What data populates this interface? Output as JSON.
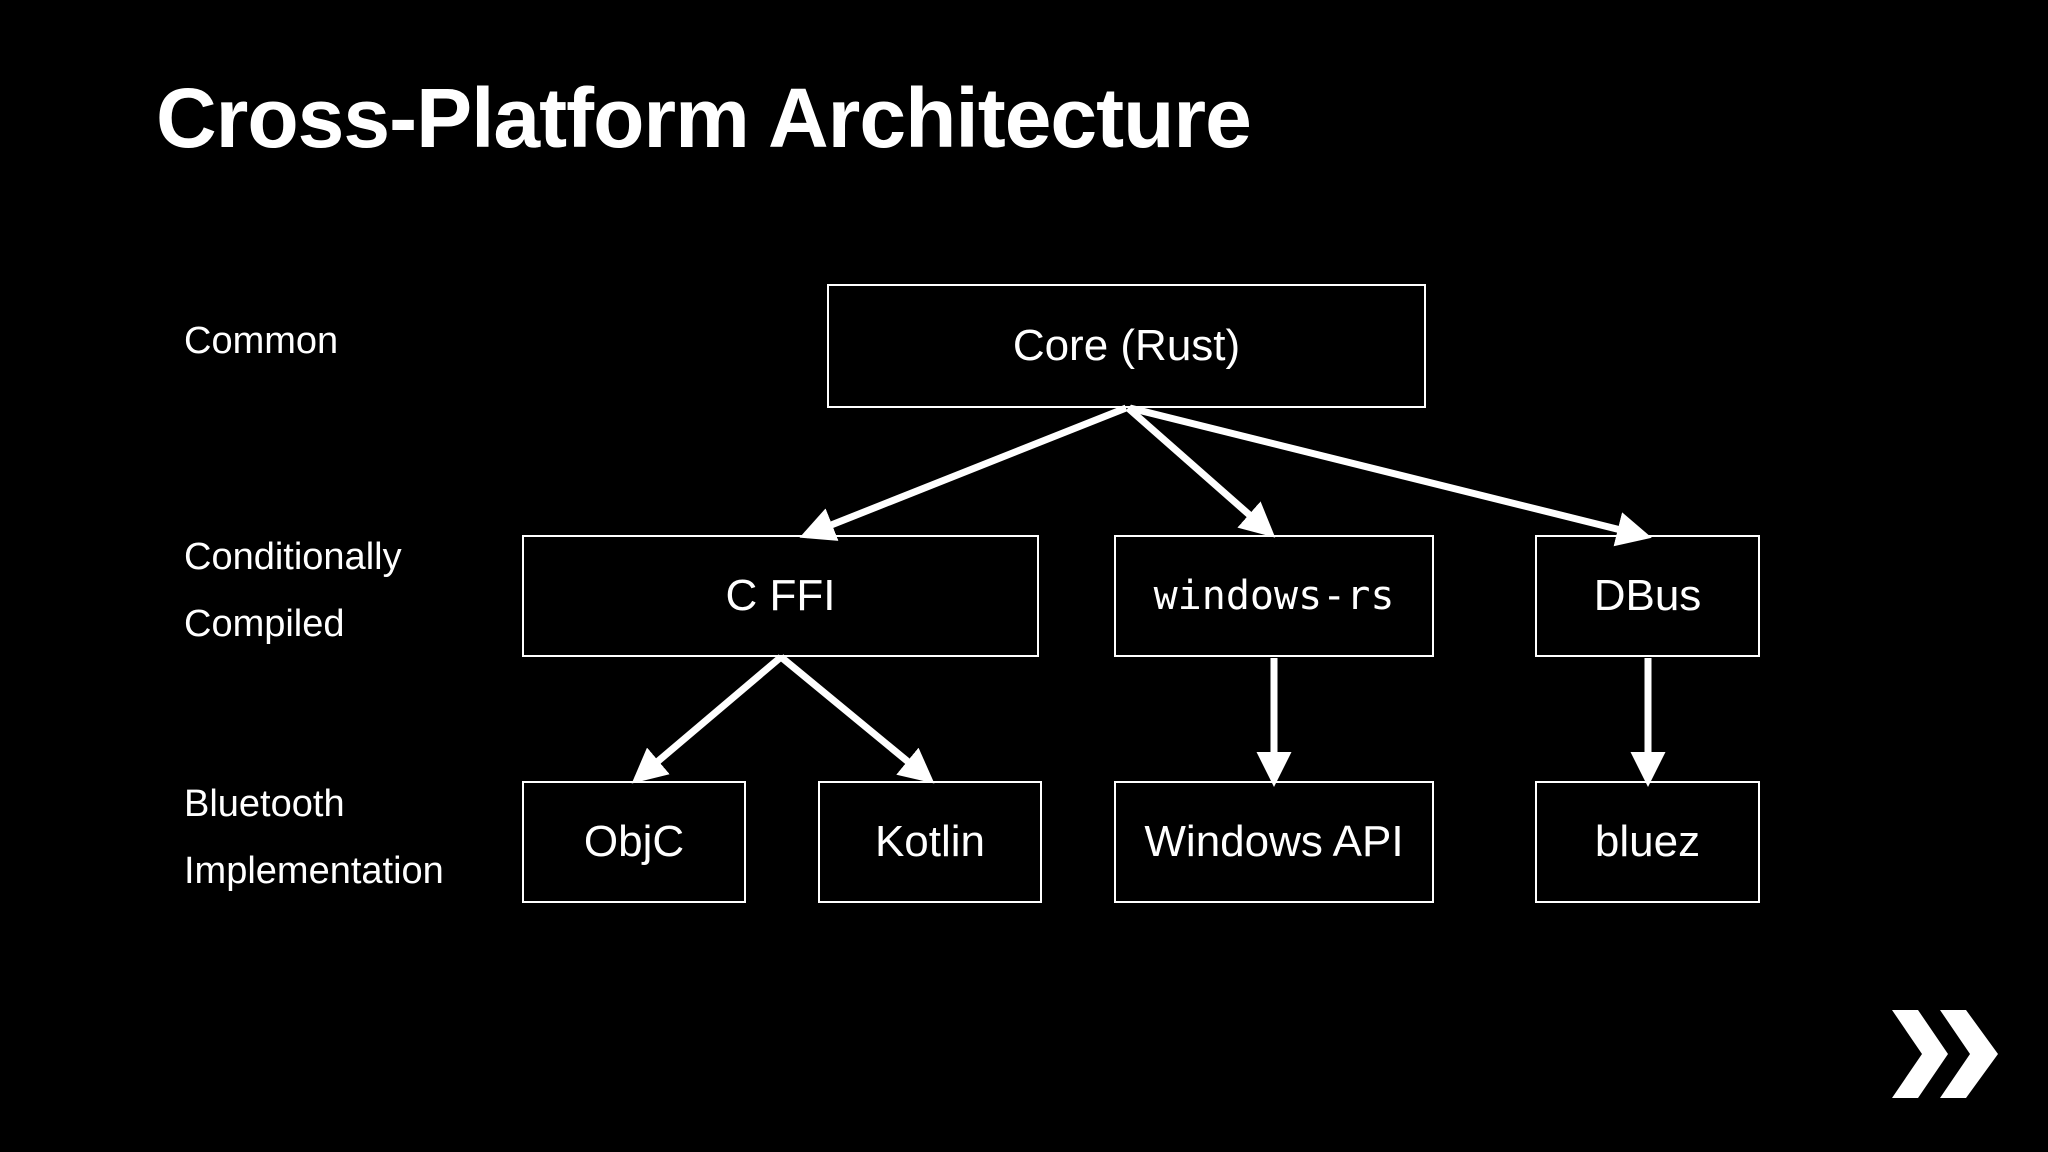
{
  "title": "Cross-Platform Architecture",
  "row_labels": {
    "common": "Common",
    "conditionally_compiled": [
      "Conditionally",
      "Compiled"
    ],
    "bluetooth_implementation": [
      "Bluetooth",
      "Implementation"
    ]
  },
  "nodes": {
    "core": "Core (Rust)",
    "c_ffi": "C FFI",
    "windows_rs": "windows-rs",
    "dbus": "DBus",
    "objc": "ObjC",
    "kotlin": "Kotlin",
    "windows_api": "Windows API",
    "bluez": "bluez"
  },
  "edges": [
    [
      "core",
      "c_ffi"
    ],
    [
      "core",
      "windows_rs"
    ],
    [
      "core",
      "dbus"
    ],
    [
      "c_ffi",
      "objc"
    ],
    [
      "c_ffi",
      "kotlin"
    ],
    [
      "windows_rs",
      "windows_api"
    ],
    [
      "dbus",
      "bluez"
    ]
  ],
  "colors": {
    "background": "#000000",
    "foreground": "#ffffff"
  },
  "icons": {
    "next": "double-chevron-right-icon"
  }
}
